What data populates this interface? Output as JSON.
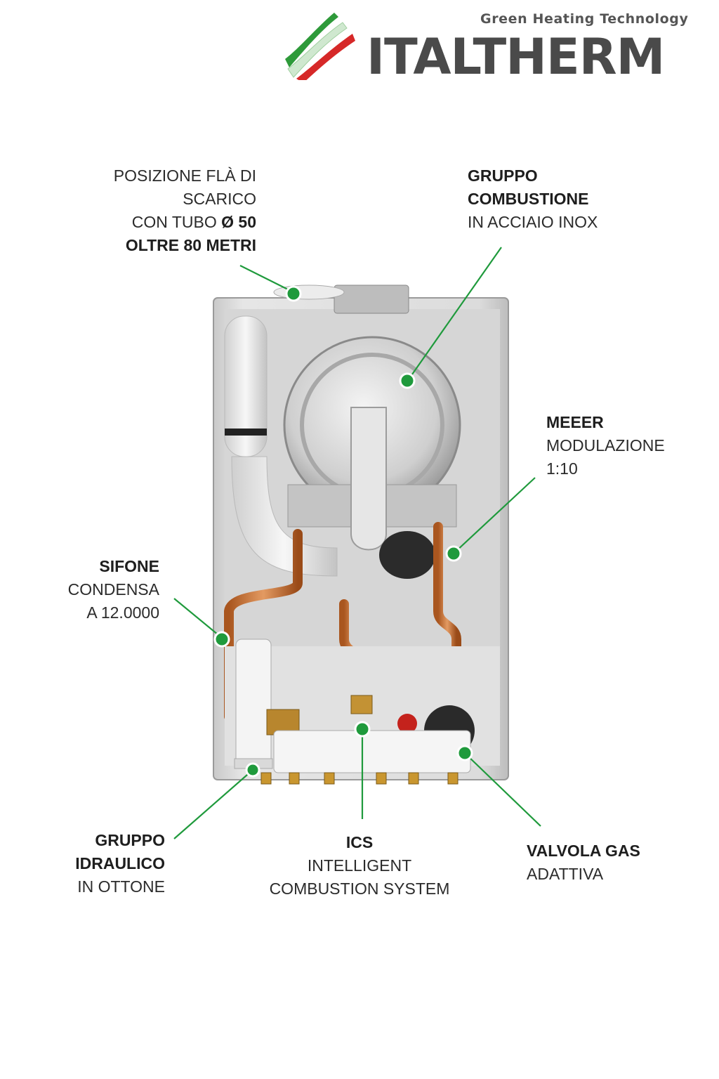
{
  "brand": {
    "tagline": "Green Heating Technology",
    "name": "ITALTHERM",
    "colors": {
      "green": "#2e9a3a",
      "red": "#d62828",
      "gray": "#4a4a4a"
    }
  },
  "callouts": {
    "scarico": {
      "line1": "POSIZIONE FLÀ DI",
      "line2": "SCARICO",
      "line3_prefix": "CON TUBO ",
      "line3_bold": "Ø 50",
      "line4": "OLTRE 80 METRI"
    },
    "combustione": {
      "line1": "GRUPPO",
      "line2": "COMBUSTIONE",
      "line3": "IN ACCIAIO INOX"
    },
    "meeer": {
      "line1": "MEEER",
      "line2": "MODULAZIONE",
      "line3": "1:10"
    },
    "sifone": {
      "line1": "SIFONE",
      "line2": "CONDENSA",
      "line3": "A 12.0000"
    },
    "idraulico": {
      "line1": "GRUPPO",
      "line2": "IDRAULICO",
      "line3": "IN OTTONE"
    },
    "ics": {
      "line1": "ICS",
      "line2": "INTELLIGENT",
      "line3": "COMBUSTION SYSTEM"
    },
    "valvola": {
      "line1": "VALVOLA GAS",
      "line2": "ADATTIVA"
    }
  },
  "marker_color": "#1f9a3c"
}
